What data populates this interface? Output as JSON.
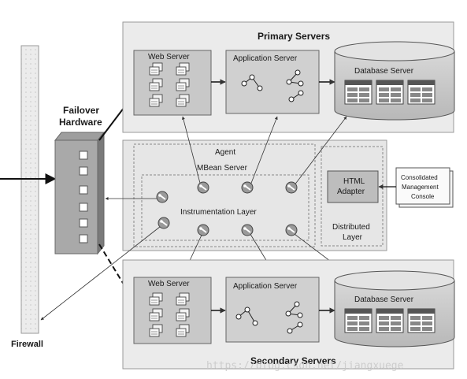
{
  "firewall": {
    "label": "Firewall"
  },
  "failover": {
    "label_line1": "Failover",
    "label_line2": "Hardware"
  },
  "primary": {
    "title": "Primary Servers",
    "web_server": "Web Server",
    "app_server": "Application Server",
    "db_server": "Database Server"
  },
  "secondary": {
    "title": "Secondary Servers",
    "web_server": "Web Server",
    "app_server": "Application Server",
    "db_server": "Database Server"
  },
  "agent": {
    "label": "Agent",
    "mbean_server": "MBean Server",
    "instrumentation": "Instrumentation Layer"
  },
  "distributed": {
    "html_adapter_line1": "HTML",
    "html_adapter_line2": "Adapter",
    "layer_line1": "Distributed",
    "layer_line2": "Layer"
  },
  "console": {
    "line1": "Consolidated",
    "line2": "Management",
    "line3": "Console"
  },
  "watermark": "https://blog.csdn.net/jiangxuege"
}
